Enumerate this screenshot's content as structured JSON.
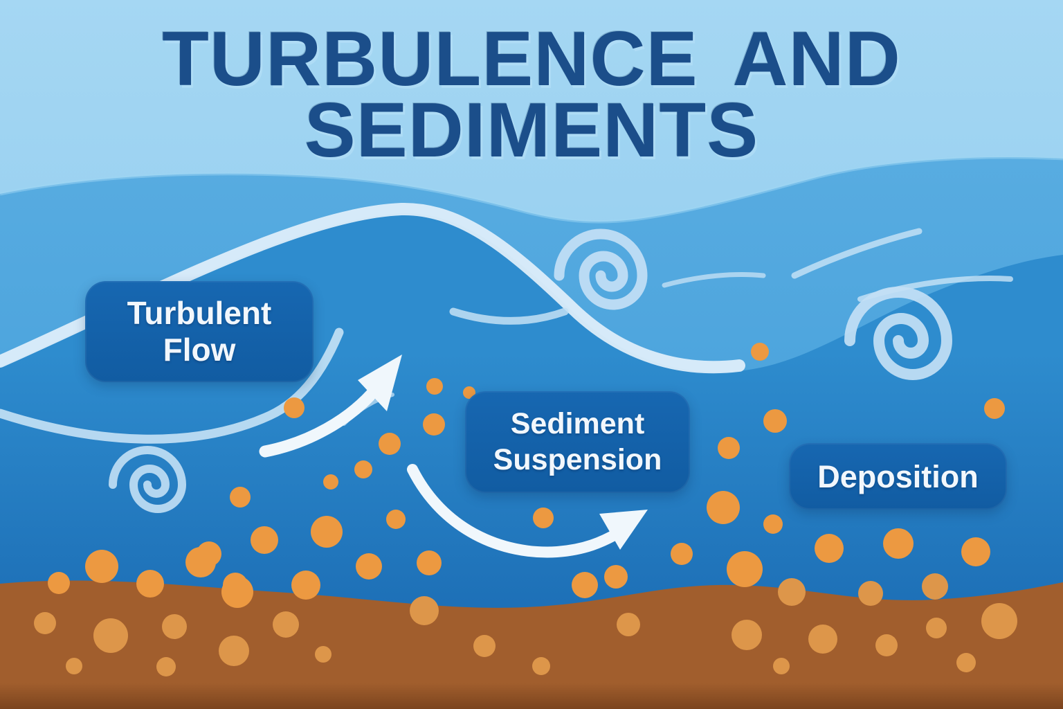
{
  "title": {
    "line1": "TURBULENCE AND",
    "line2": "SEDIMENTS"
  },
  "labels": {
    "turbulent_flow": {
      "line1": "Turbulent",
      "line2": "Flow"
    },
    "sediment_suspension": {
      "line1": "Sediment",
      "line2": "Suspension"
    },
    "deposition": {
      "label": "Deposition"
    }
  },
  "colors": {
    "sky_top": "#a5d7f3",
    "sky_bottom": "#84c5ec",
    "surface_wave_top": "#58ace1",
    "surface_wave_bottom": "#3c99d7",
    "deep_water_top": "#2e8cce",
    "deep_water_bottom": "#1a6ab2",
    "flow_highlight": "#e2f0fb",
    "swirl": "#c3e0f5",
    "arrow": "#f0f7fc",
    "seabed_top": "#a15e2d",
    "seabed_bottom": "#7c441e",
    "sediment_in_water": "#ec9941",
    "sediment_in_seabed": "#dd964a",
    "label_background": "#1463ab",
    "label_text": "#f2f7fc",
    "title_text": "#1b4e8a"
  }
}
